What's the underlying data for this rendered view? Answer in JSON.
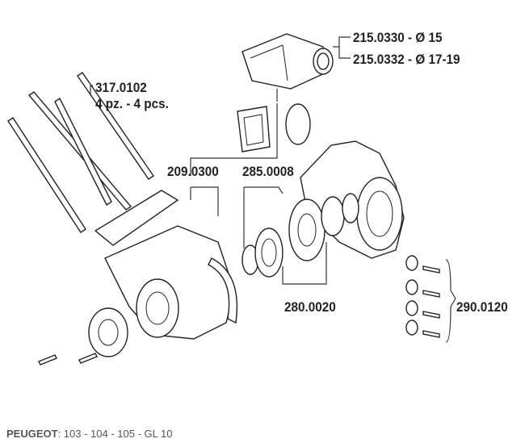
{
  "parts": {
    "reed_valve_15": "215.0330 - Ø 15",
    "reed_valve_17_19": "215.0332 - Ø 17-19",
    "studs_code": "317.0102",
    "studs_qty": "4 pz. - 4 pcs.",
    "gasket": "209.0300",
    "seals": "285.0008",
    "bearings": "280.0020",
    "screws": "290.0120"
  },
  "caption": {
    "brand": "PEUGEOT",
    "models": ": 103 - 104 - 105 - GL 10"
  }
}
